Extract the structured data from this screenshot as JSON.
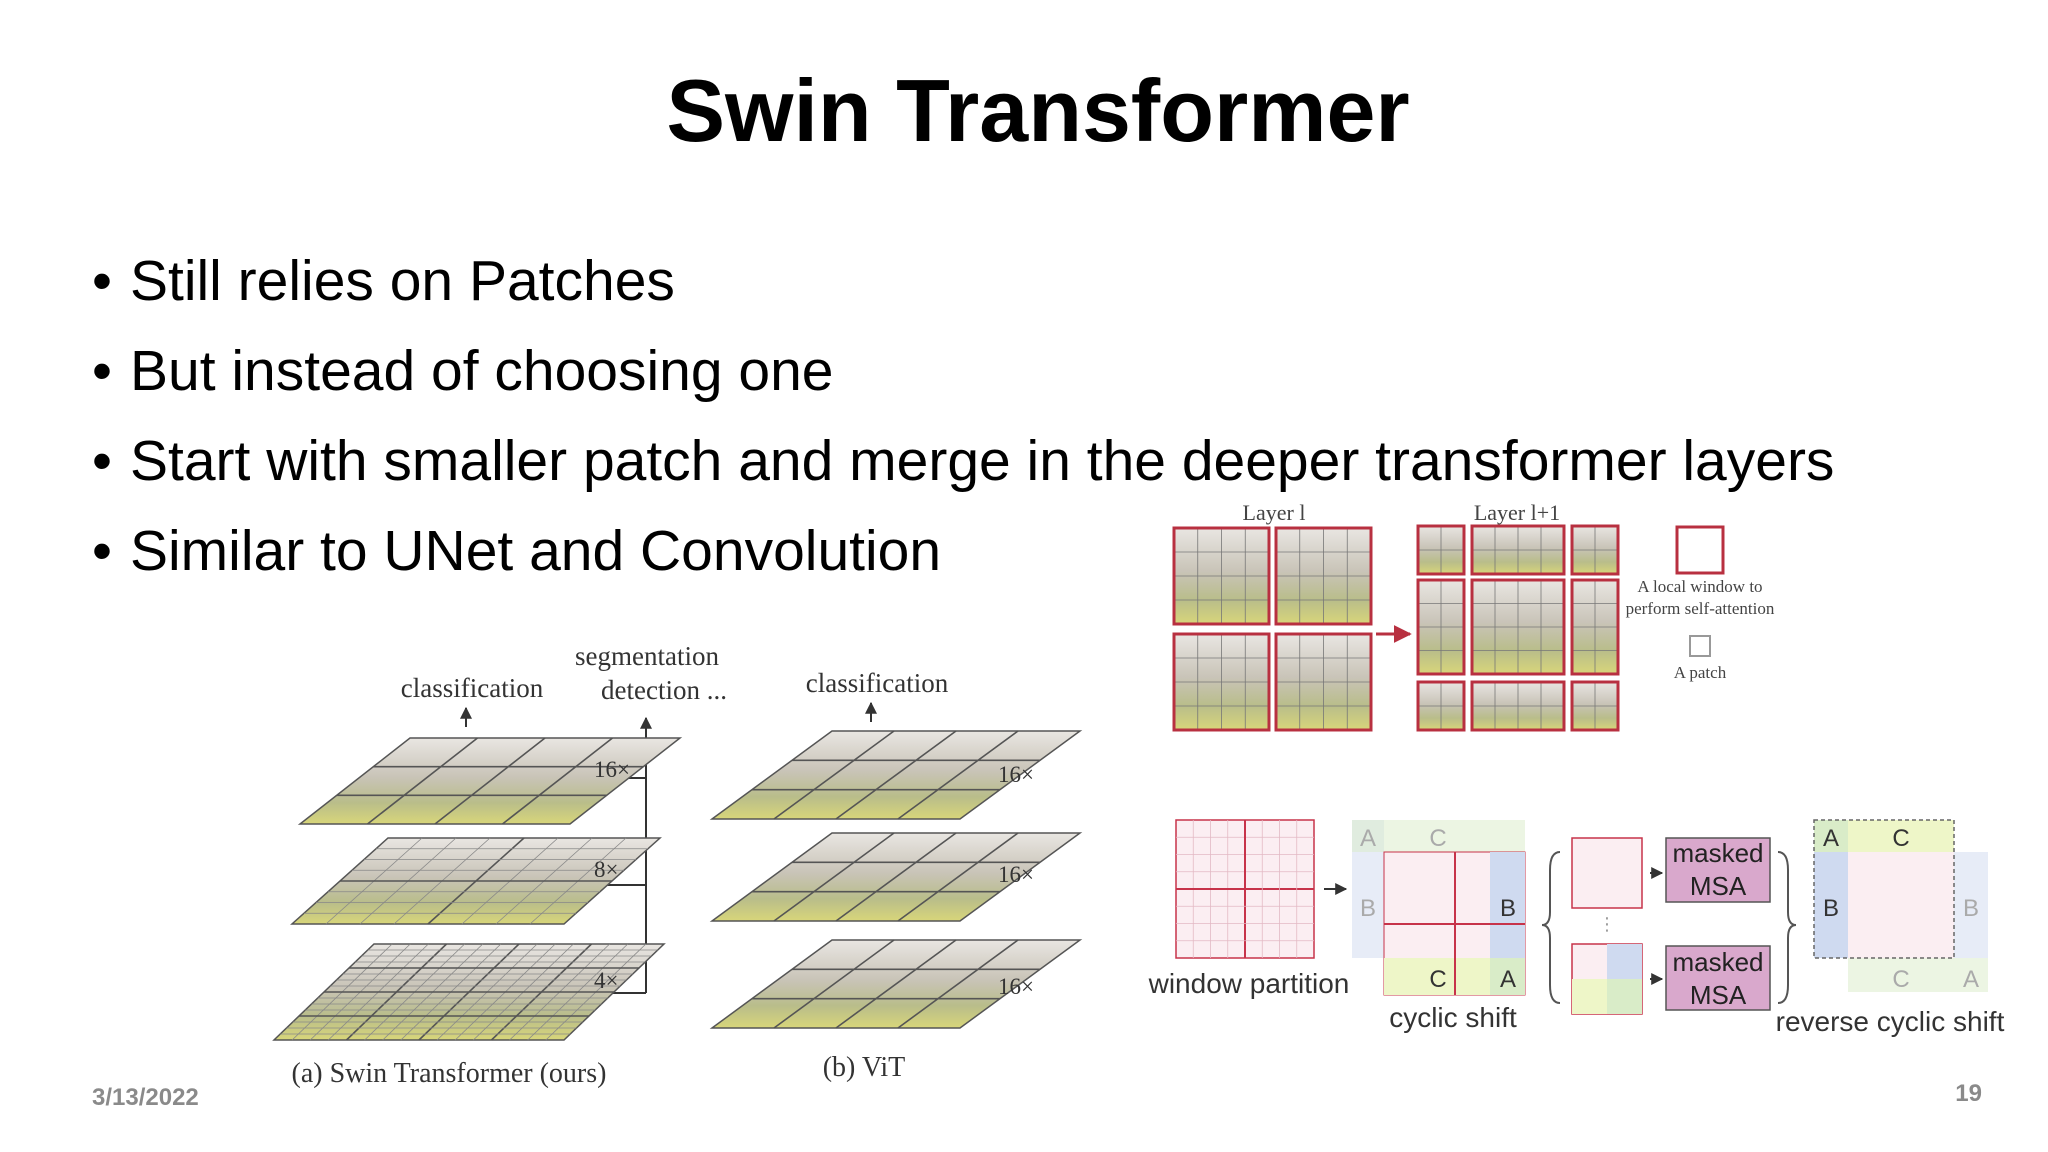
{
  "slide": {
    "title": "Swin Transformer",
    "bullets": [
      "Still relies on Patches",
      "But instead of choosing one",
      "Start with smaller patch and merge in the deeper transformer layers",
      "Similar to UNet and Convolution"
    ],
    "date": "3/13/2022",
    "page_number": "19"
  },
  "figure_hierarchy": {
    "swin_top_label": "classification",
    "seg_label_1": "segmentation",
    "seg_label_2": "detection ...",
    "vit_top_label": "classification",
    "swin_scales": [
      "16×",
      "8×",
      "4×"
    ],
    "vit_scales": [
      "16×",
      "16×",
      "16×"
    ],
    "caption_a": "(a) Swin Transformer (ours)",
    "caption_b": "(b) ViT"
  },
  "figure_windows": {
    "layer_l": "Layer l",
    "layer_l1": "Layer l+1",
    "legend_window_1": "A local window to",
    "legend_window_2": "perform self-attention",
    "legend_patch": "A patch"
  },
  "figure_shift": {
    "window_partition": "window partition",
    "cyclic_shift": "cyclic shift",
    "reverse_cyclic_shift": "reverse cyclic shift",
    "masked_msa_line1": "masked",
    "masked_msa_line2": "MSA",
    "letters": {
      "a": "A",
      "b": "B",
      "c": "C"
    },
    "colors": {
      "block_a": "#d9ecc8",
      "block_b": "#cfdaf0",
      "block_c": "#eef6c8",
      "msa_fill": "#d9a8cc",
      "grid_line": "#c7334a"
    }
  }
}
